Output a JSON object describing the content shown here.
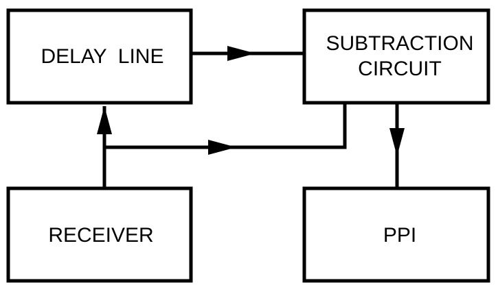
{
  "diagram": {
    "blocks": {
      "delay_line": "DELAY  LINE",
      "subtraction_circuit": {
        "line1": "SUBTRACTION",
        "line2": "CIRCUIT"
      },
      "receiver": "RECEIVER",
      "ppi": "PPI"
    },
    "connections": [
      {
        "from": "receiver",
        "to": "delay_line"
      },
      {
        "from": "delay_line",
        "to": "subtraction_circuit"
      },
      {
        "from": "receiver",
        "to": "subtraction_circuit"
      },
      {
        "from": "subtraction_circuit",
        "to": "ppi"
      }
    ]
  }
}
